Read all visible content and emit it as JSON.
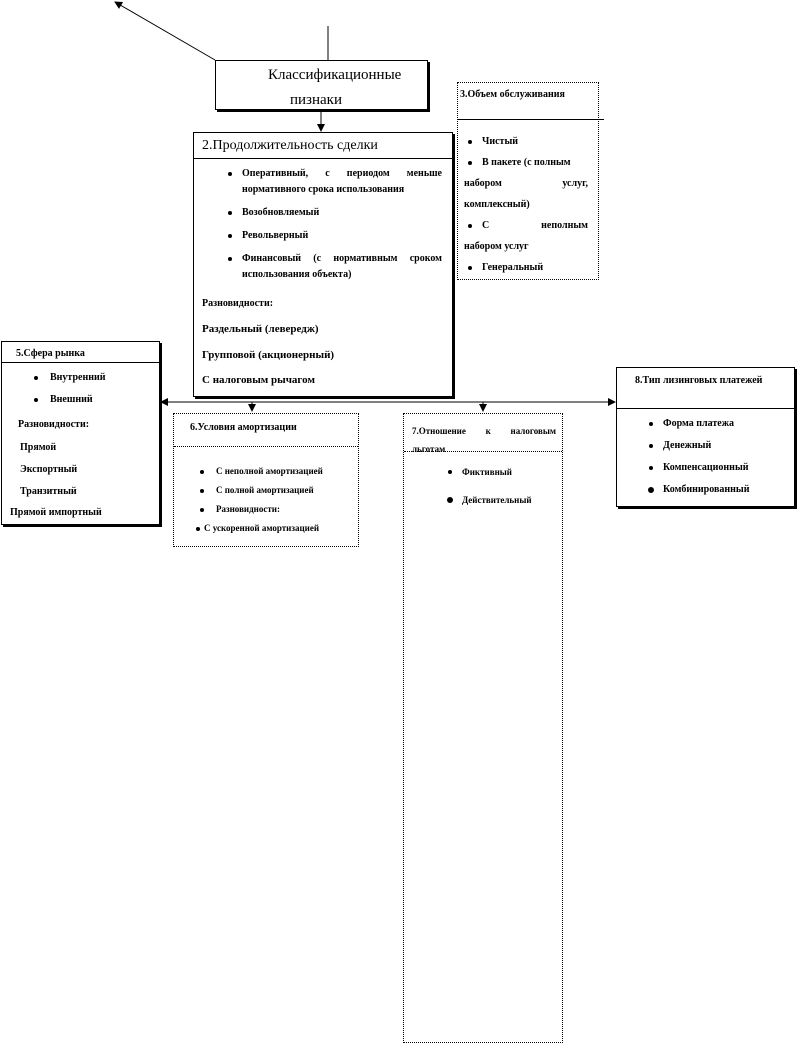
{
  "box1": {
    "line1": "Классификационные",
    "line2": "пизнаки"
  },
  "box2": {
    "title": "2.Продолжительность сделки",
    "items": [
      "Оперативный, с периодом меньше нормативного срока использования",
      "Возобновляемый",
      "Револьверный",
      "Финансовый (с нормативным сроком использования объекта)"
    ],
    "varieties_label": "Разновидности:",
    "var1": "Раздельный (левередж)",
    "var2": "Групповой  (акционерный)",
    "var3": "С налоговым рычагом"
  },
  "box3": {
    "title": "3.Объем обслуживания",
    "items": [
      {
        "first": "Чистый",
        "rest": []
      },
      {
        "first": "В пакете (с полным",
        "rest": [
          "набором услуг,",
          "комплексный)"
        ]
      },
      {
        "first": "С неполным",
        "rest": [
          "набором услуг"
        ]
      },
      {
        "first": "Генеральный",
        "rest": []
      }
    ]
  },
  "box5": {
    "title": "5.Сфера рынка",
    "items": [
      "Внутренний",
      "Внешний"
    ],
    "varieties_label": "Разновидности:",
    "var1": "Прямой",
    "var2": "Экспортный",
    "var3": "Транзитный",
    "var4": "Прямой импортный"
  },
  "box6": {
    "title": "6.Условия амортизации",
    "items": [
      "С неполной амортизацией",
      "С полной амортизацией",
      "Разновидности:",
      "С ускоренной амортизацией"
    ]
  },
  "box7": {
    "title_line1": "7.Отношение к налоговым",
    "title_line2": "льготам",
    "items": [
      "Фиктивный",
      "Действительный"
    ]
  },
  "box8": {
    "title": "8.Тип лизинговых платежей",
    "items": [
      "Форма платежа",
      "Денежный",
      "Компенсационный",
      "Комбинированный"
    ]
  }
}
